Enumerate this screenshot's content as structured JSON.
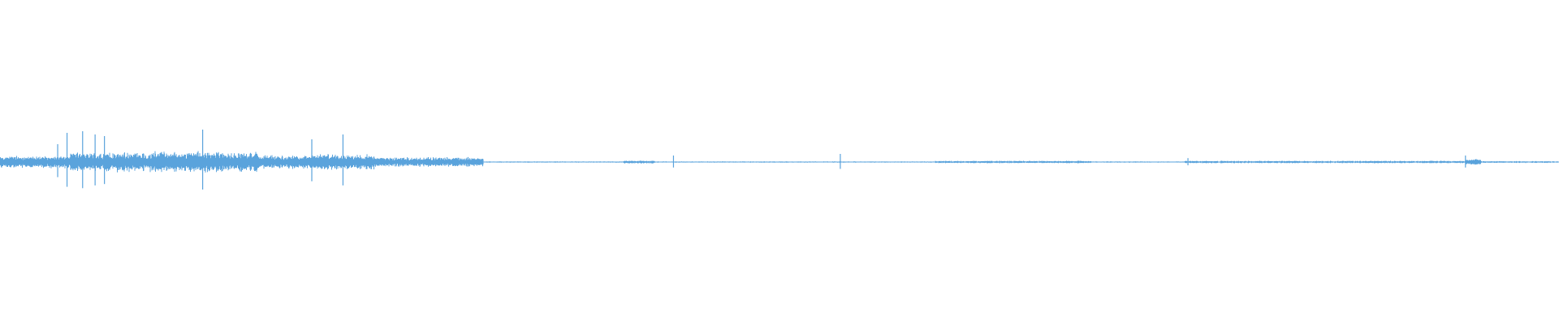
{
  "waveform": {
    "color": "#5aa3dc",
    "background": "#ffffff",
    "baseline_fraction": 0.5,
    "segments": [
      {
        "from": 0.0,
        "to": 0.045,
        "level": 0.02
      },
      {
        "from": 0.045,
        "to": 0.075,
        "level": 0.03
      },
      {
        "from": 0.075,
        "to": 0.165,
        "level": 0.034
      },
      {
        "from": 0.165,
        "to": 0.2,
        "level": 0.022
      },
      {
        "from": 0.2,
        "to": 0.24,
        "level": 0.026
      },
      {
        "from": 0.24,
        "to": 0.31,
        "level": 0.016
      },
      {
        "from": 0.31,
        "to": 0.4,
        "level": 0.002
      },
      {
        "from": 0.4,
        "to": 0.42,
        "level": 0.005
      },
      {
        "from": 0.42,
        "to": 0.6,
        "level": 0.002
      },
      {
        "from": 0.6,
        "to": 0.7,
        "level": 0.004
      },
      {
        "from": 0.7,
        "to": 0.76,
        "level": 0.002
      },
      {
        "from": 0.76,
        "to": 0.94,
        "level": 0.004
      },
      {
        "from": 0.94,
        "to": 0.95,
        "level": 0.01
      },
      {
        "from": 0.95,
        "to": 1.0,
        "level": 0.003
      }
    ],
    "spikes": [
      {
        "at": 0.037,
        "level": 0.055
      },
      {
        "at": 0.043,
        "level": 0.09
      },
      {
        "at": 0.053,
        "level": 0.095
      },
      {
        "at": 0.061,
        "level": 0.085
      },
      {
        "at": 0.067,
        "level": 0.08
      },
      {
        "at": 0.13,
        "level": 0.1
      },
      {
        "at": 0.2,
        "level": 0.07
      },
      {
        "at": 0.22,
        "level": 0.085
      },
      {
        "at": 0.432,
        "level": 0.02
      },
      {
        "at": 0.539,
        "level": 0.025
      },
      {
        "at": 0.762,
        "level": 0.012
      },
      {
        "at": 0.94,
        "level": 0.02
      }
    ]
  }
}
